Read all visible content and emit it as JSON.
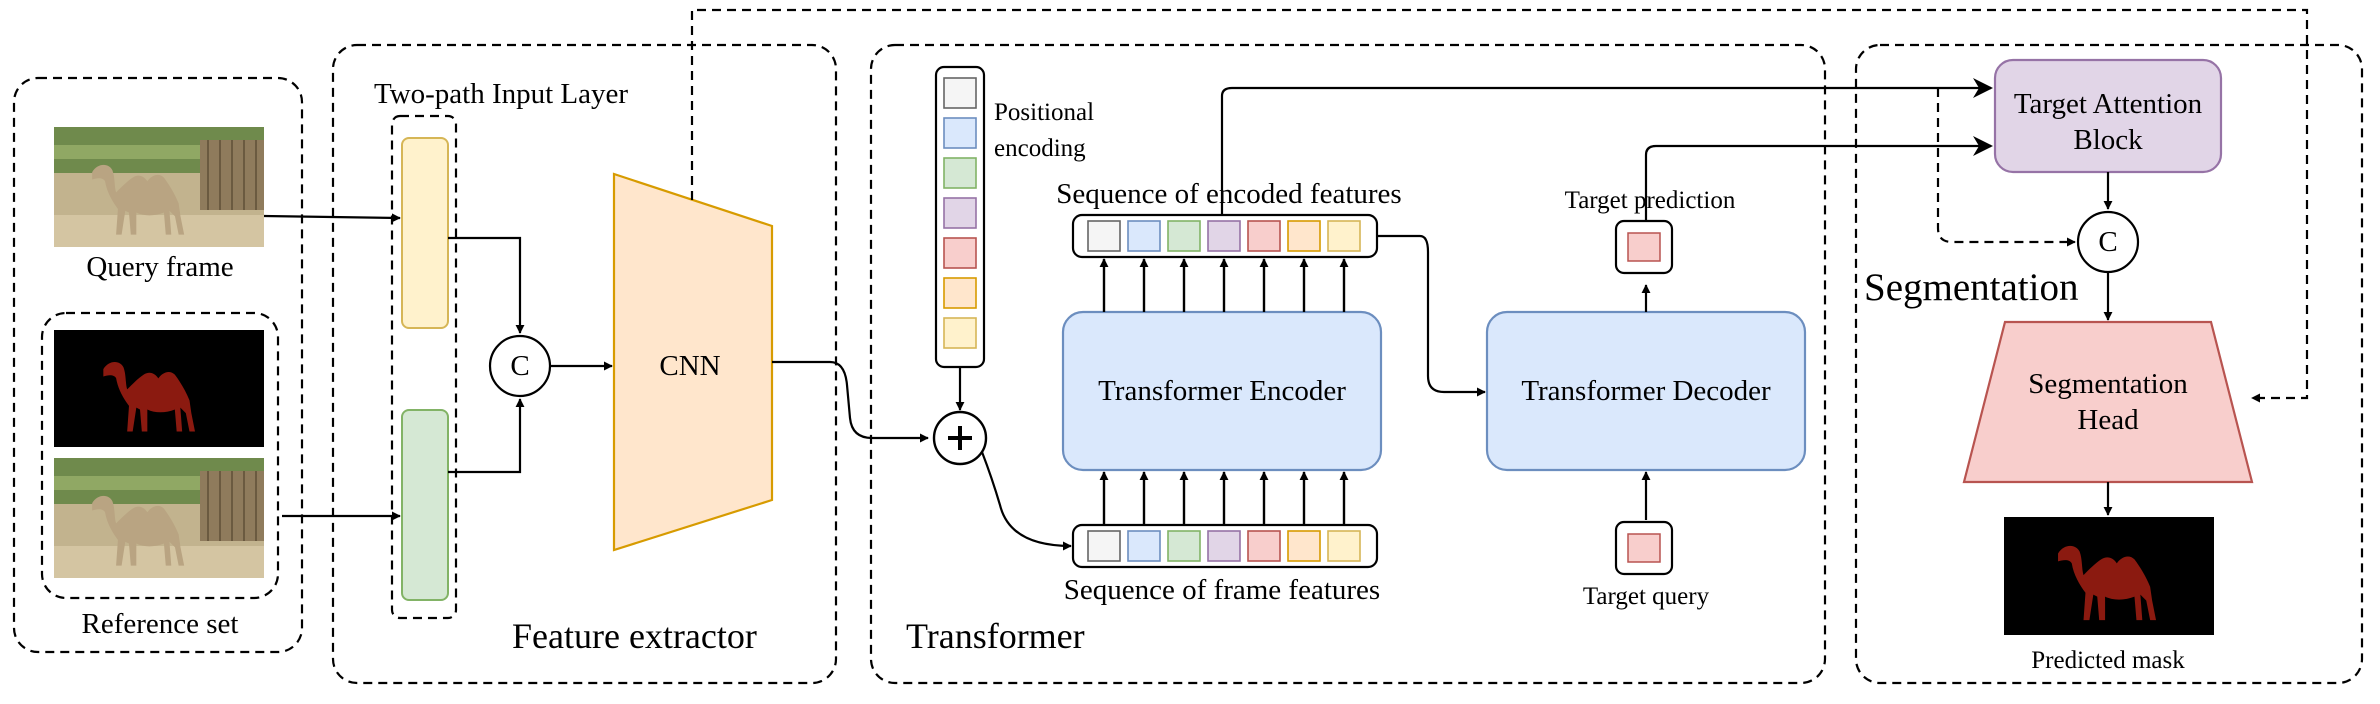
{
  "input": {
    "query_frame_label": "Query frame",
    "reference_set_label": "Reference set"
  },
  "feature_extractor": {
    "title": "Feature extractor",
    "two_path_label": "Two-path Input Layer",
    "concat_symbol": "C",
    "cnn_label": "CNN"
  },
  "transformer": {
    "title": "Transformer",
    "positional_encoding_line1": "Positional",
    "positional_encoding_line2": "encoding",
    "add_symbol": "+",
    "encoded_features_label": "Sequence of  encoded features",
    "frame_features_label": "Sequence of  frame features",
    "encoder_label": "Transformer Encoder",
    "decoder_label": "Transformer Decoder",
    "target_prediction_label": "Target prediction",
    "target_query_label": "Target query"
  },
  "segmentation": {
    "title": "Segmentation",
    "attention_line1": "Target Attention",
    "attention_line2": "Block",
    "concat_symbol": "C",
    "head_line1": "Segmentation",
    "head_line2": "Head",
    "predicted_mask_label": "Predicted mask"
  },
  "colors": {
    "token_fills": [
      "#f5f5f5",
      "#dae8fc",
      "#d5e8d4",
      "#e1d5e7",
      "#f8cecc",
      "#ffe6cc",
      "#fff2cc"
    ],
    "token_strokes": [
      "#666666",
      "#6c8ebf",
      "#82b366",
      "#9673a6",
      "#b85450",
      "#d79b00",
      "#d6b656"
    ],
    "query_path": "#fff2cc",
    "reference_path": "#d5e8d4",
    "cnn": "#ffe6cc",
    "transformer_block": "#dae8fc",
    "attention_block": "#e1d5e7",
    "segmentation_head": "#f8cecc",
    "mask_fg": "#8b1a10"
  }
}
